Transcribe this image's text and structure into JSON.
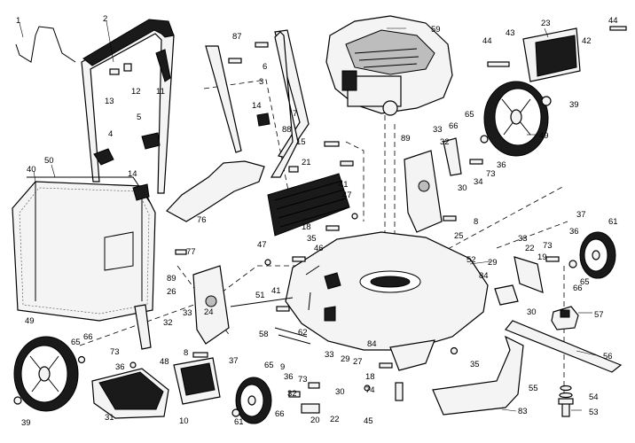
{
  "callouts": [
    {
      "n": "1",
      "name": "callout-1"
    },
    {
      "n": "2",
      "name": "callout-2"
    },
    {
      "n": "87",
      "name": "callout-87"
    },
    {
      "n": "59",
      "name": "callout-59"
    },
    {
      "n": "23",
      "name": "callout-23"
    },
    {
      "n": "44",
      "name": "callout-44-top-right"
    },
    {
      "n": "43",
      "name": "callout-43"
    },
    {
      "n": "42",
      "name": "callout-42"
    },
    {
      "n": "44",
      "name": "callout-44-top"
    },
    {
      "n": "6",
      "name": "callout-6"
    },
    {
      "n": "12",
      "name": "callout-12"
    },
    {
      "n": "11",
      "name": "callout-11"
    },
    {
      "n": "13",
      "name": "callout-13"
    },
    {
      "n": "3",
      "name": "callout-3"
    },
    {
      "n": "7",
      "name": "callout-7"
    },
    {
      "n": "39",
      "name": "callout-39-top"
    },
    {
      "n": "14",
      "name": "callout-14-upper"
    },
    {
      "n": "5",
      "name": "callout-5"
    },
    {
      "n": "65",
      "name": "callout-65-top"
    },
    {
      "n": "66",
      "name": "callout-66-top"
    },
    {
      "n": "89",
      "name": "callout-89-top"
    },
    {
      "n": "33",
      "name": "callout-33-top"
    },
    {
      "n": "49",
      "name": "callout-49-top"
    },
    {
      "n": "4",
      "name": "callout-4"
    },
    {
      "n": "88",
      "name": "callout-88"
    },
    {
      "n": "15",
      "name": "callout-15"
    },
    {
      "n": "32",
      "name": "callout-32-top"
    },
    {
      "n": "21",
      "name": "callout-21"
    },
    {
      "n": "36",
      "name": "callout-36-top"
    },
    {
      "n": "73",
      "name": "callout-73-top"
    },
    {
      "n": "40",
      "name": "callout-40"
    },
    {
      "n": "50",
      "name": "callout-50"
    },
    {
      "n": "14",
      "name": "callout-14-lower"
    },
    {
      "n": "41",
      "name": "callout-41-top"
    },
    {
      "n": "30",
      "name": "callout-30-top"
    },
    {
      "n": "34",
      "name": "callout-34"
    },
    {
      "n": "47",
      "name": "callout-47-top"
    },
    {
      "n": "8",
      "name": "callout-8-top"
    },
    {
      "n": "37",
      "name": "callout-37-right"
    },
    {
      "n": "61",
      "name": "callout-61-right"
    },
    {
      "n": "76",
      "name": "callout-76"
    },
    {
      "n": "18",
      "name": "callout-18"
    },
    {
      "n": "25",
      "name": "callout-25"
    },
    {
      "n": "36",
      "name": "callout-36-right"
    },
    {
      "n": "33",
      "name": "callout-33-right"
    },
    {
      "n": "73",
      "name": "callout-73-right"
    },
    {
      "n": "77",
      "name": "callout-77"
    },
    {
      "n": "47",
      "name": "callout-47-left"
    },
    {
      "n": "35",
      "name": "callout-35-top"
    },
    {
      "n": "46",
      "name": "callout-46"
    },
    {
      "n": "52",
      "name": "callout-52"
    },
    {
      "n": "22",
      "name": "callout-22-right"
    },
    {
      "n": "29",
      "name": "callout-29-right"
    },
    {
      "n": "19",
      "name": "callout-19"
    },
    {
      "n": "89",
      "name": "callout-89-left"
    },
    {
      "n": "84",
      "name": "callout-84-right"
    },
    {
      "n": "66",
      "name": "callout-66-right"
    },
    {
      "n": "65",
      "name": "callout-65-right"
    },
    {
      "n": "26",
      "name": "callout-26"
    },
    {
      "n": "51",
      "name": "callout-51"
    },
    {
      "n": "41",
      "name": "callout-41-mid"
    },
    {
      "n": "24",
      "name": "callout-24"
    },
    {
      "n": "33",
      "name": "callout-33-left"
    },
    {
      "n": "30",
      "name": "callout-30-right"
    },
    {
      "n": "57",
      "name": "callout-57"
    },
    {
      "n": "32",
      "name": "callout-32-left"
    },
    {
      "n": "62",
      "name": "callout-62"
    },
    {
      "n": "49",
      "name": "callout-49-left"
    },
    {
      "n": "65",
      "name": "callout-65-left"
    },
    {
      "n": "66",
      "name": "callout-66-left"
    },
    {
      "n": "58",
      "name": "callout-58"
    },
    {
      "n": "84",
      "name": "callout-84-mid"
    },
    {
      "n": "56",
      "name": "callout-56"
    },
    {
      "n": "73",
      "name": "callout-73-left"
    },
    {
      "n": "8",
      "name": "callout-8-mid"
    },
    {
      "n": "48",
      "name": "callout-48"
    },
    {
      "n": "36",
      "name": "callout-36-left"
    },
    {
      "n": "37",
      "name": "callout-37-left"
    },
    {
      "n": "65",
      "name": "callout-65-mid"
    },
    {
      "n": "9",
      "name": "callout-9"
    },
    {
      "n": "33",
      "name": "callout-33-bottom"
    },
    {
      "n": "29",
      "name": "callout-29-bottom"
    },
    {
      "n": "27",
      "name": "callout-27"
    },
    {
      "n": "35",
      "name": "callout-35-bottom"
    },
    {
      "n": "36",
      "name": "callout-36-bottom"
    },
    {
      "n": "73",
      "name": "callout-73-bottom"
    },
    {
      "n": "74",
      "name": "callout-74"
    },
    {
      "n": "18",
      "name": "callout-18-bottom"
    },
    {
      "n": "55",
      "name": "callout-55"
    },
    {
      "n": "54",
      "name": "callout-54"
    },
    {
      "n": "32",
      "name": "callout-32-bottom"
    },
    {
      "n": "30",
      "name": "callout-30-bottom"
    },
    {
      "n": "66",
      "name": "callout-66-bottom"
    },
    {
      "n": "20",
      "name": "callout-20"
    },
    {
      "n": "22",
      "name": "callout-22-bottom"
    },
    {
      "n": "45",
      "name": "callout-45"
    },
    {
      "n": "83",
      "name": "callout-83"
    },
    {
      "n": "53",
      "name": "callout-53"
    },
    {
      "n": "39",
      "name": "callout-39-bottom"
    },
    {
      "n": "31",
      "name": "callout-31"
    },
    {
      "n": "10",
      "name": "callout-10"
    },
    {
      "n": "61",
      "name": "callout-61-bottom"
    }
  ]
}
